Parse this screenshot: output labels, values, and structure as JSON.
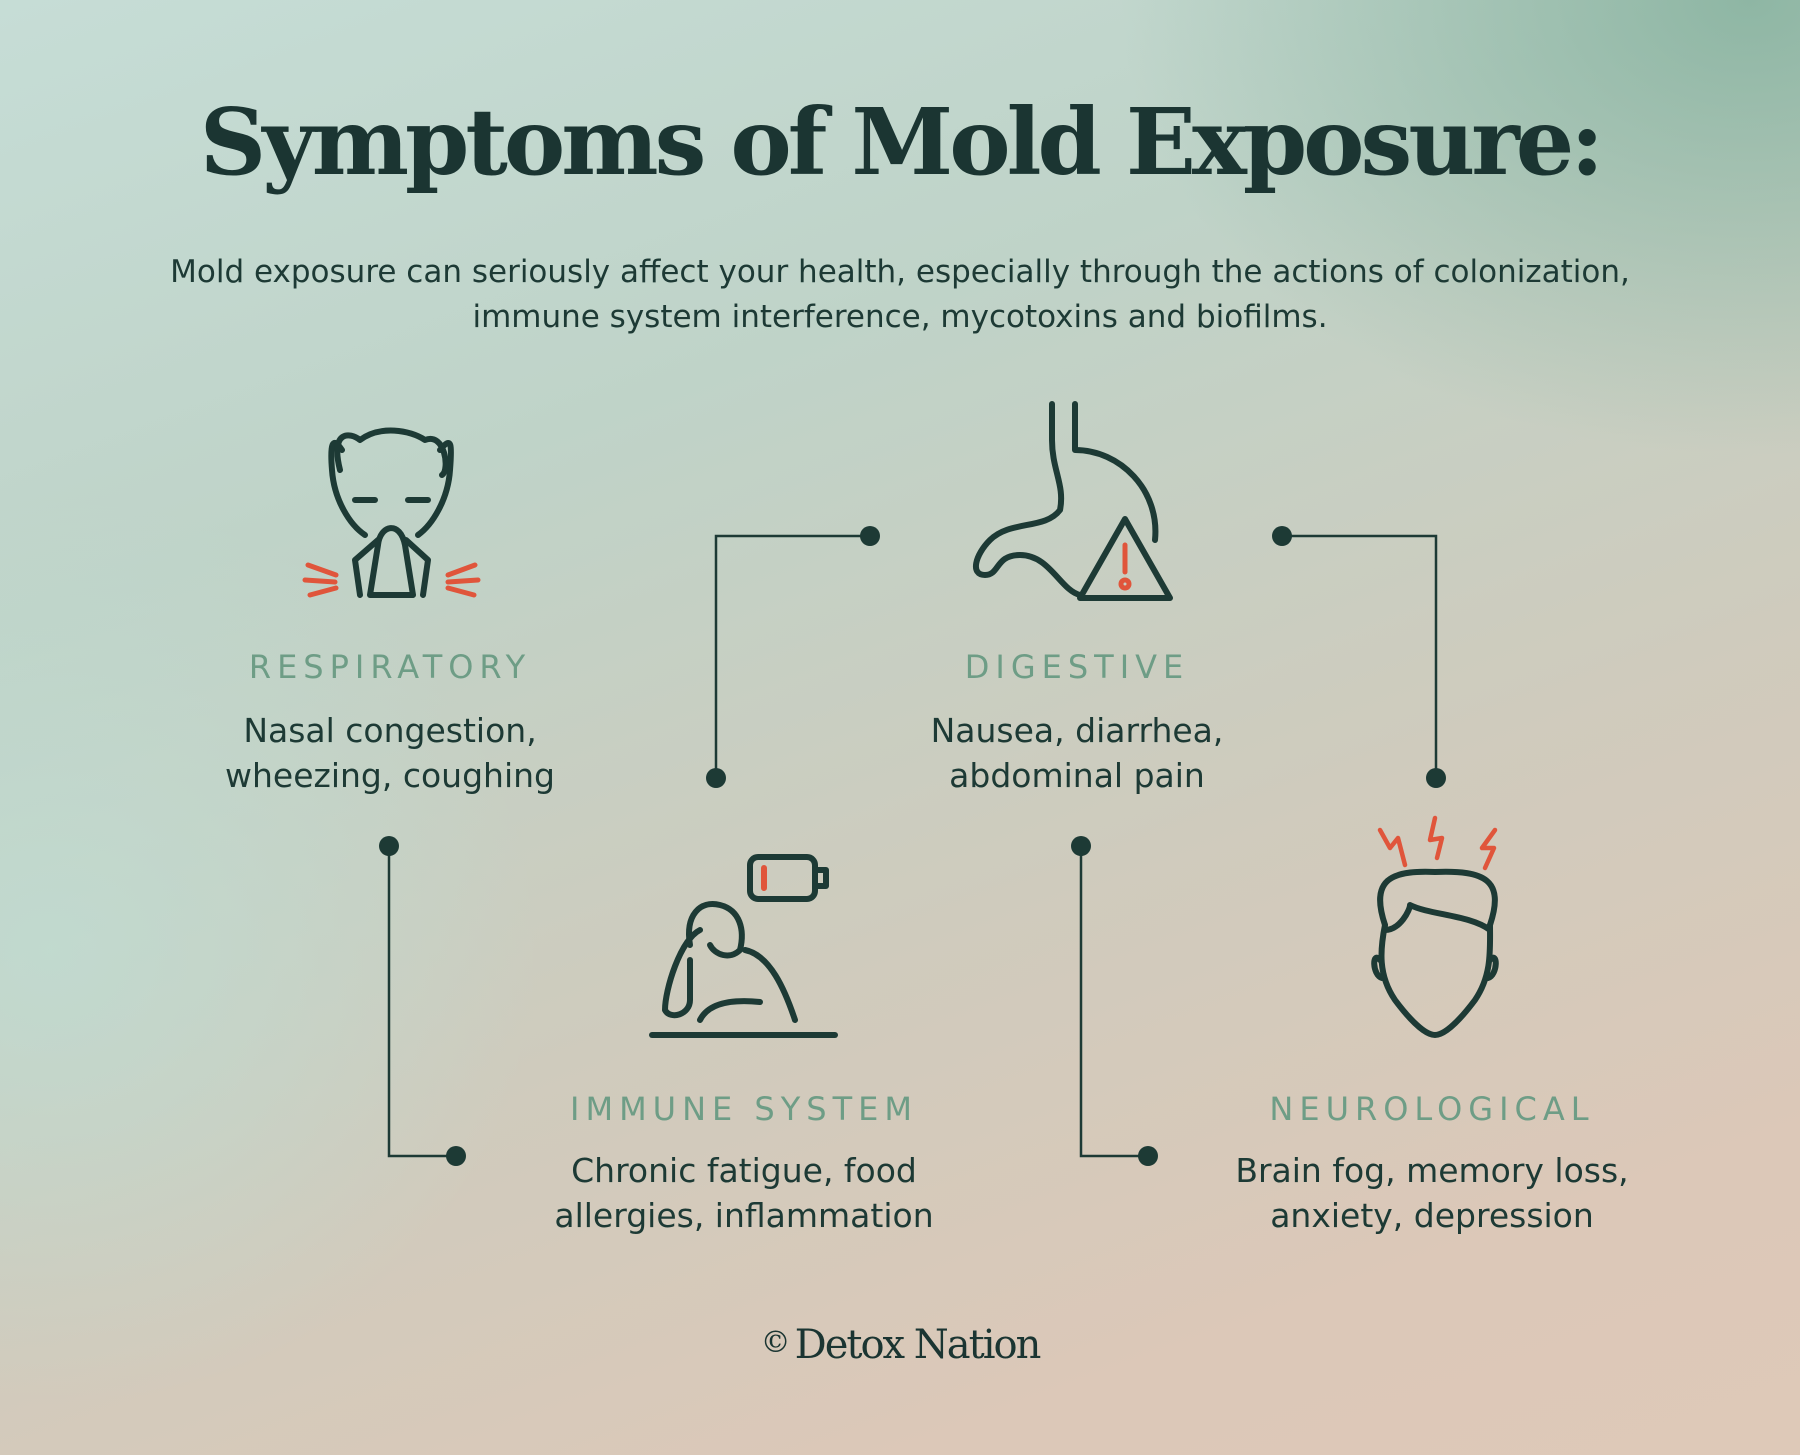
{
  "title": "Symptoms of Mold Exposure:",
  "subtitle": "Mold exposure can seriously affect your health, especially through the actions of colonization, immune system interference, mycotoxins and biofilms.",
  "categories": [
    {
      "label": "RESPIRATORY",
      "description": "Nasal congestion, wheezing, coughing",
      "icon": "sneezing-face-icon"
    },
    {
      "label": "DIGESTIVE",
      "description": "Nausea, diarrhea, abdominal pain",
      "icon": "stomach-warning-icon"
    },
    {
      "label": "IMMUNE SYSTEM",
      "description": "Chronic fatigue, food allergies, inflammation",
      "icon": "tired-person-low-battery-icon"
    },
    {
      "label": "NEUROLOGICAL",
      "description": "Brain fog, memory loss, anxiety, depression",
      "icon": "head-lightning-icon"
    }
  ],
  "footer": {
    "brand": "Detox Nation",
    "symbol": "©"
  },
  "colors": {
    "accent": "#e0553b",
    "dark": "#1d3a35",
    "label": "#6e9d86"
  }
}
